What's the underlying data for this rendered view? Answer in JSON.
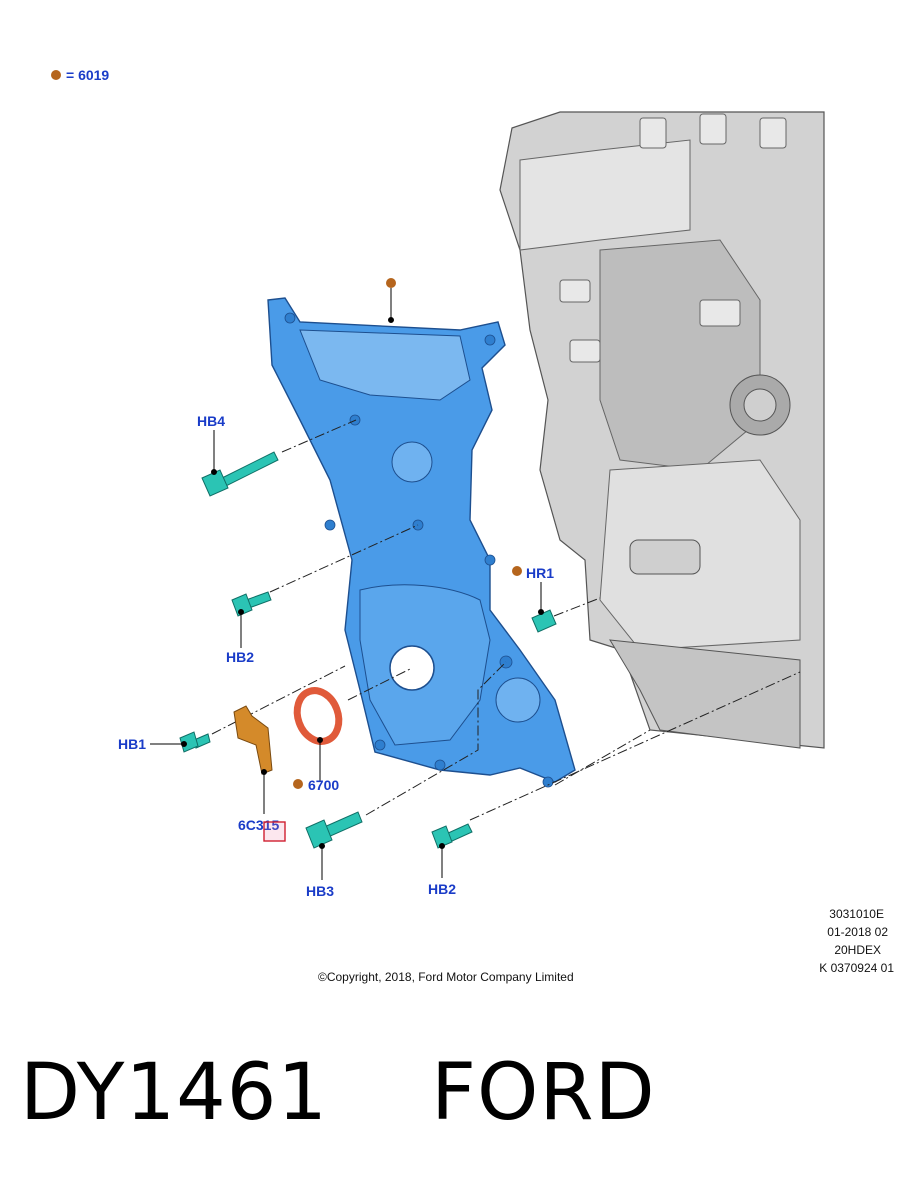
{
  "legend": {
    "marker_color": "#b5651d",
    "text": "= 6019"
  },
  "colors": {
    "callout": "#1a3cc8",
    "cover": "#4a9be8",
    "bolt": "#2bc4b4",
    "seal": "#e05a3a",
    "sensor": "#d48a2a",
    "engine": "#c8c8c8"
  },
  "callouts": [
    {
      "id": "hb4",
      "label": "HB4"
    },
    {
      "id": "hb2a",
      "label": "HB2"
    },
    {
      "id": "hr1",
      "label": "HR1"
    },
    {
      "id": "hb1",
      "label": "HB1"
    },
    {
      "id": "s6700",
      "label": "6700"
    },
    {
      "id": "s6c315",
      "label": "6C315"
    },
    {
      "id": "hb3",
      "label": "HB3"
    },
    {
      "id": "hb2b",
      "label": "HB2"
    }
  ],
  "info_block": [
    "3031010E",
    "01-2018 02",
    "20HDEX",
    "K 0370924 01"
  ],
  "copyright": "©Copyright, 2018, Ford Motor Company Limited",
  "part_title": "DY1461    FORD"
}
